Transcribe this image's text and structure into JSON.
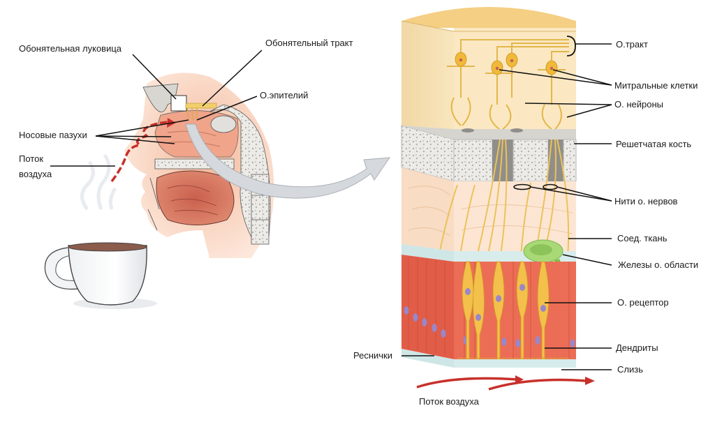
{
  "title": "Olfactory system anatomy",
  "left_panel": {
    "labels": {
      "olfactory_bulb": "Обонятельная луковица",
      "olfactory_tract": "Обонятельный тракт",
      "olfactory_epithelium": "О.эпителий",
      "nasal_conchae": "Носовые пазухи",
      "airflow_line1": "Поток",
      "airflow_line2": "воздуха"
    }
  },
  "right_panel": {
    "labels": {
      "o_tract": "О.тракт",
      "mitral_cells": "Митральные клетки",
      "o_neurons": "О. нейроны",
      "cribriform_plate": "Решетчатая кость",
      "nerve_filaments": "Нити о. нервов",
      "connective_tissue": "Соед. ткань",
      "olfactory_glands": "Железы о. области",
      "o_receptor": "О. рецептор",
      "dendrites": "Дендриты",
      "mucus": "Слизь",
      "cilia": "Реснички",
      "airflow": "Поток воздуха"
    }
  },
  "colors": {
    "tract_yellow": "#f6d58c",
    "neuron_yellow": "#f0c24a",
    "bone_gray": "#e6e4df",
    "connective_peach": "#fbe3cc",
    "epithelium_red": "#e8674f",
    "gland_green": "#9bd36a",
    "mucus_blue": "#cfe6e6",
    "nucleus_purple": "#9a86c9",
    "airflow_red": "#c8302a",
    "arrow_gray": "#d5d9de",
    "skin": "#f6c9a8"
  }
}
